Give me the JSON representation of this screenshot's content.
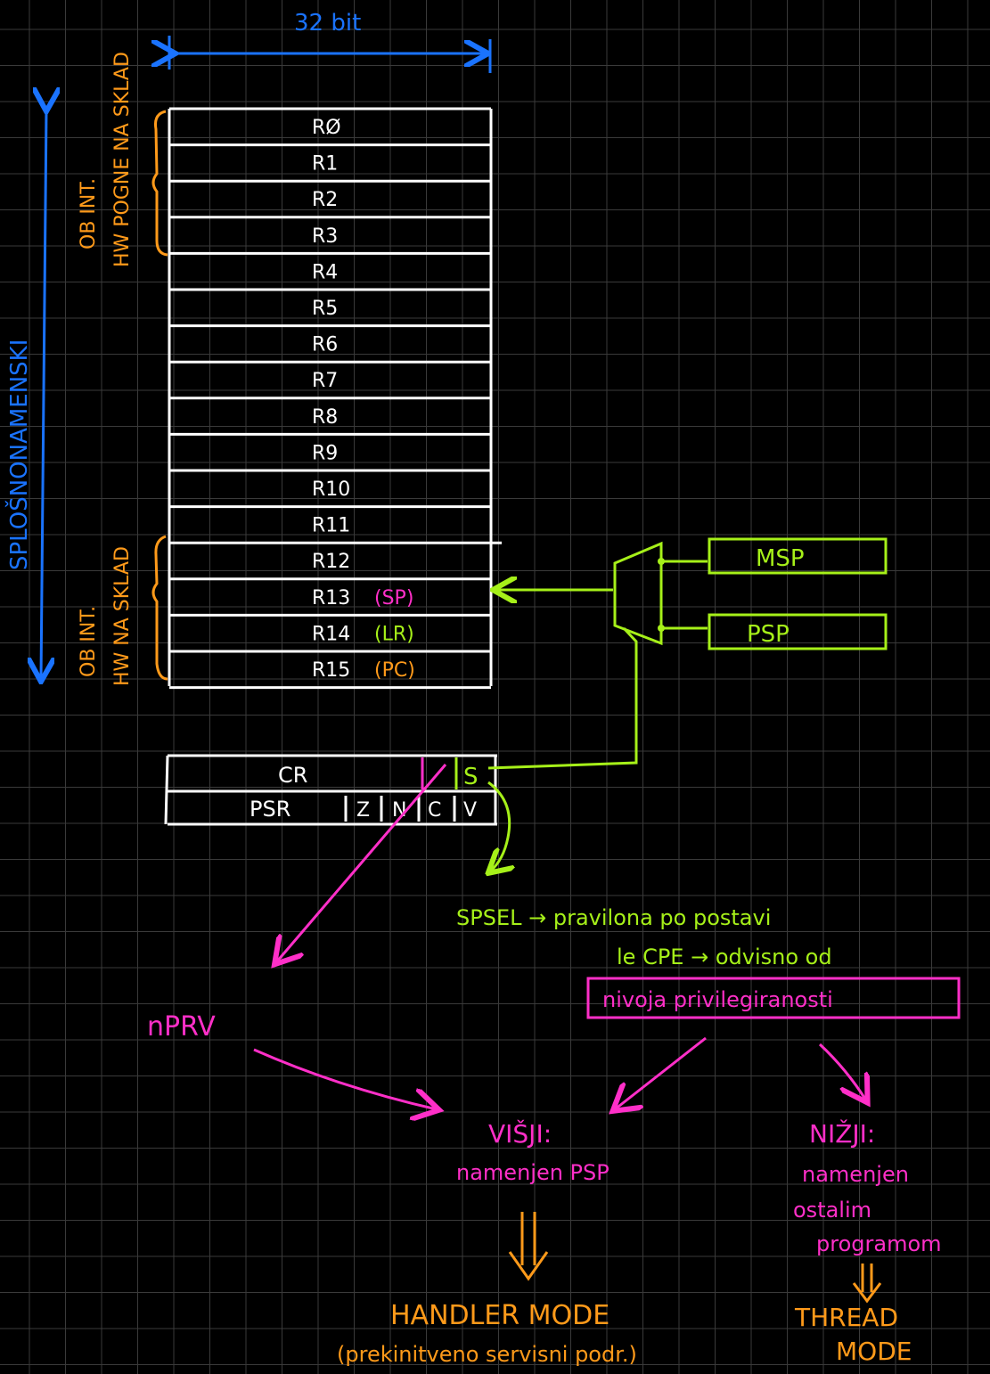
{
  "width_label": "32 bit",
  "side_label": "SPLOŠNONAMENSKI",
  "top_group_label": [
    "OB INT.",
    "HW POGNE NA SKLAD"
  ],
  "bottom_group_label": [
    "OB INT.",
    "HW NA SKLAD"
  ],
  "registers": [
    {
      "name": "RØ",
      "alias": ""
    },
    {
      "name": "R1",
      "alias": ""
    },
    {
      "name": "R2",
      "alias": ""
    },
    {
      "name": "R3",
      "alias": ""
    },
    {
      "name": "R4",
      "alias": ""
    },
    {
      "name": "R5",
      "alias": ""
    },
    {
      "name": "R6",
      "alias": ""
    },
    {
      "name": "R7",
      "alias": ""
    },
    {
      "name": "R8",
      "alias": ""
    },
    {
      "name": "R9",
      "alias": ""
    },
    {
      "name": "R10",
      "alias": ""
    },
    {
      "name": "R11",
      "alias": ""
    },
    {
      "name": "R12",
      "alias": ""
    },
    {
      "name": "R13",
      "alias": "(SP)"
    },
    {
      "name": "R14",
      "alias": "(LR)"
    },
    {
      "name": "R15",
      "alias": "(PC)"
    }
  ],
  "stack_pointers": [
    "MSP",
    "PSP"
  ],
  "control": {
    "cr": "CR",
    "spsel_bit": "S"
  },
  "psr": {
    "name": "PSR",
    "flags": [
      "Z",
      "N",
      "C",
      "V"
    ]
  },
  "spsel_note": [
    "SPSEL → pravilona po postavi",
    "le CPE → odvisno od"
  ],
  "privilege_box": "nivoja privilegiranosti",
  "nprv": "nPRV",
  "higher": {
    "title": "VIŠJI:",
    "desc": [
      "namenjen PSP"
    ],
    "mode": "HANDLER MODE",
    "mode_note": "(prekinitveno servisni podr.)"
  },
  "lower": {
    "title": "NIŽJI:",
    "desc": [
      "namenjen",
      "ostalim",
      "programom"
    ],
    "mode": [
      "THREAD",
      "MODE"
    ]
  }
}
